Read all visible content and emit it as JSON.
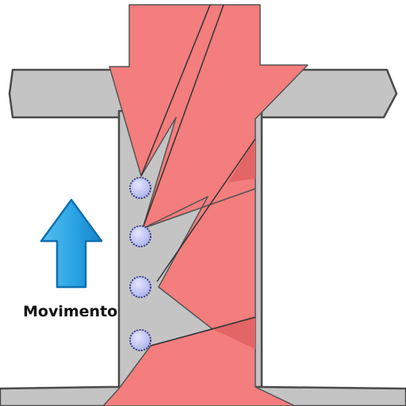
{
  "diagram": {
    "movement_label": "Movimento",
    "arrow_direction": "up",
    "pin_count": 4,
    "colors": {
      "background": "#ffffff",
      "body_gray": "#c4c4c4",
      "body_outline": "#4a4a4a",
      "pink": "#f47d7d",
      "pink_dark": "#e36565",
      "arrow_fill": "#2aa3e3",
      "arrow_dark": "#0d6fb0",
      "pin_fill": "#b9bdf0",
      "pin_outline": "#3a3f8a"
    }
  }
}
